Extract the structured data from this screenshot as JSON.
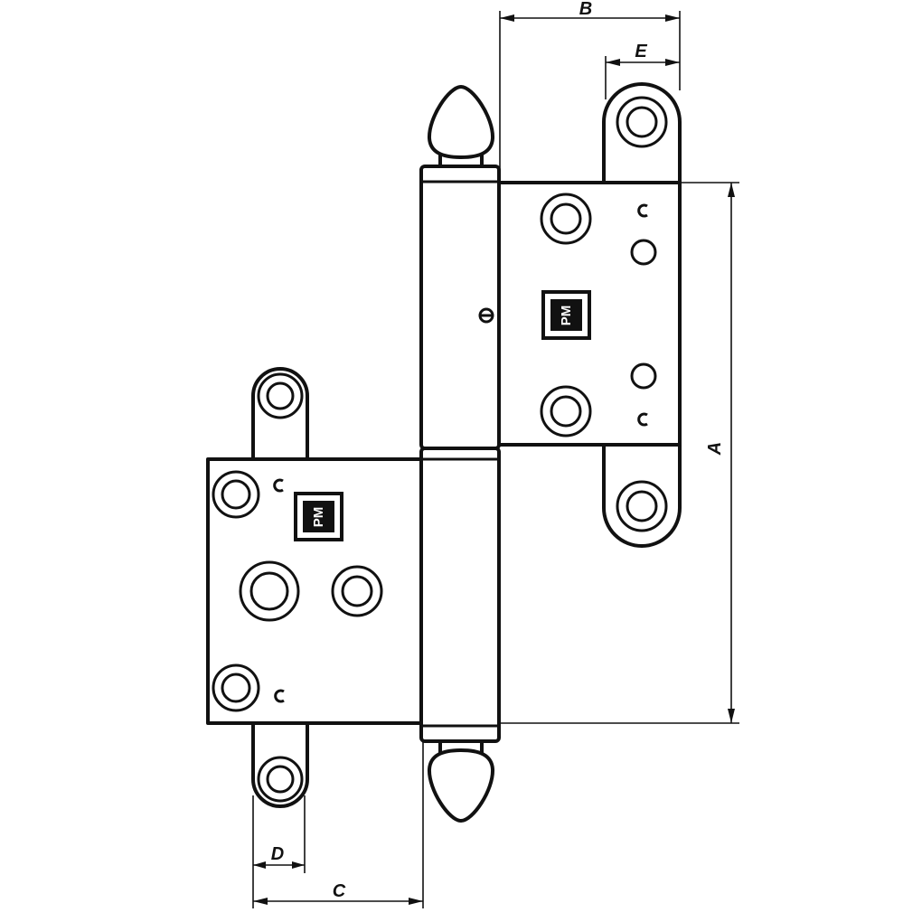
{
  "drawing": {
    "dimension_labels": {
      "a": "A",
      "b": "B",
      "c": "C",
      "d": "D",
      "e": "E"
    },
    "logo_mark": "PM",
    "colors": {
      "line": "#111111",
      "background": "#ffffff"
    },
    "icons": [
      "hinge-part-drawing"
    ]
  }
}
